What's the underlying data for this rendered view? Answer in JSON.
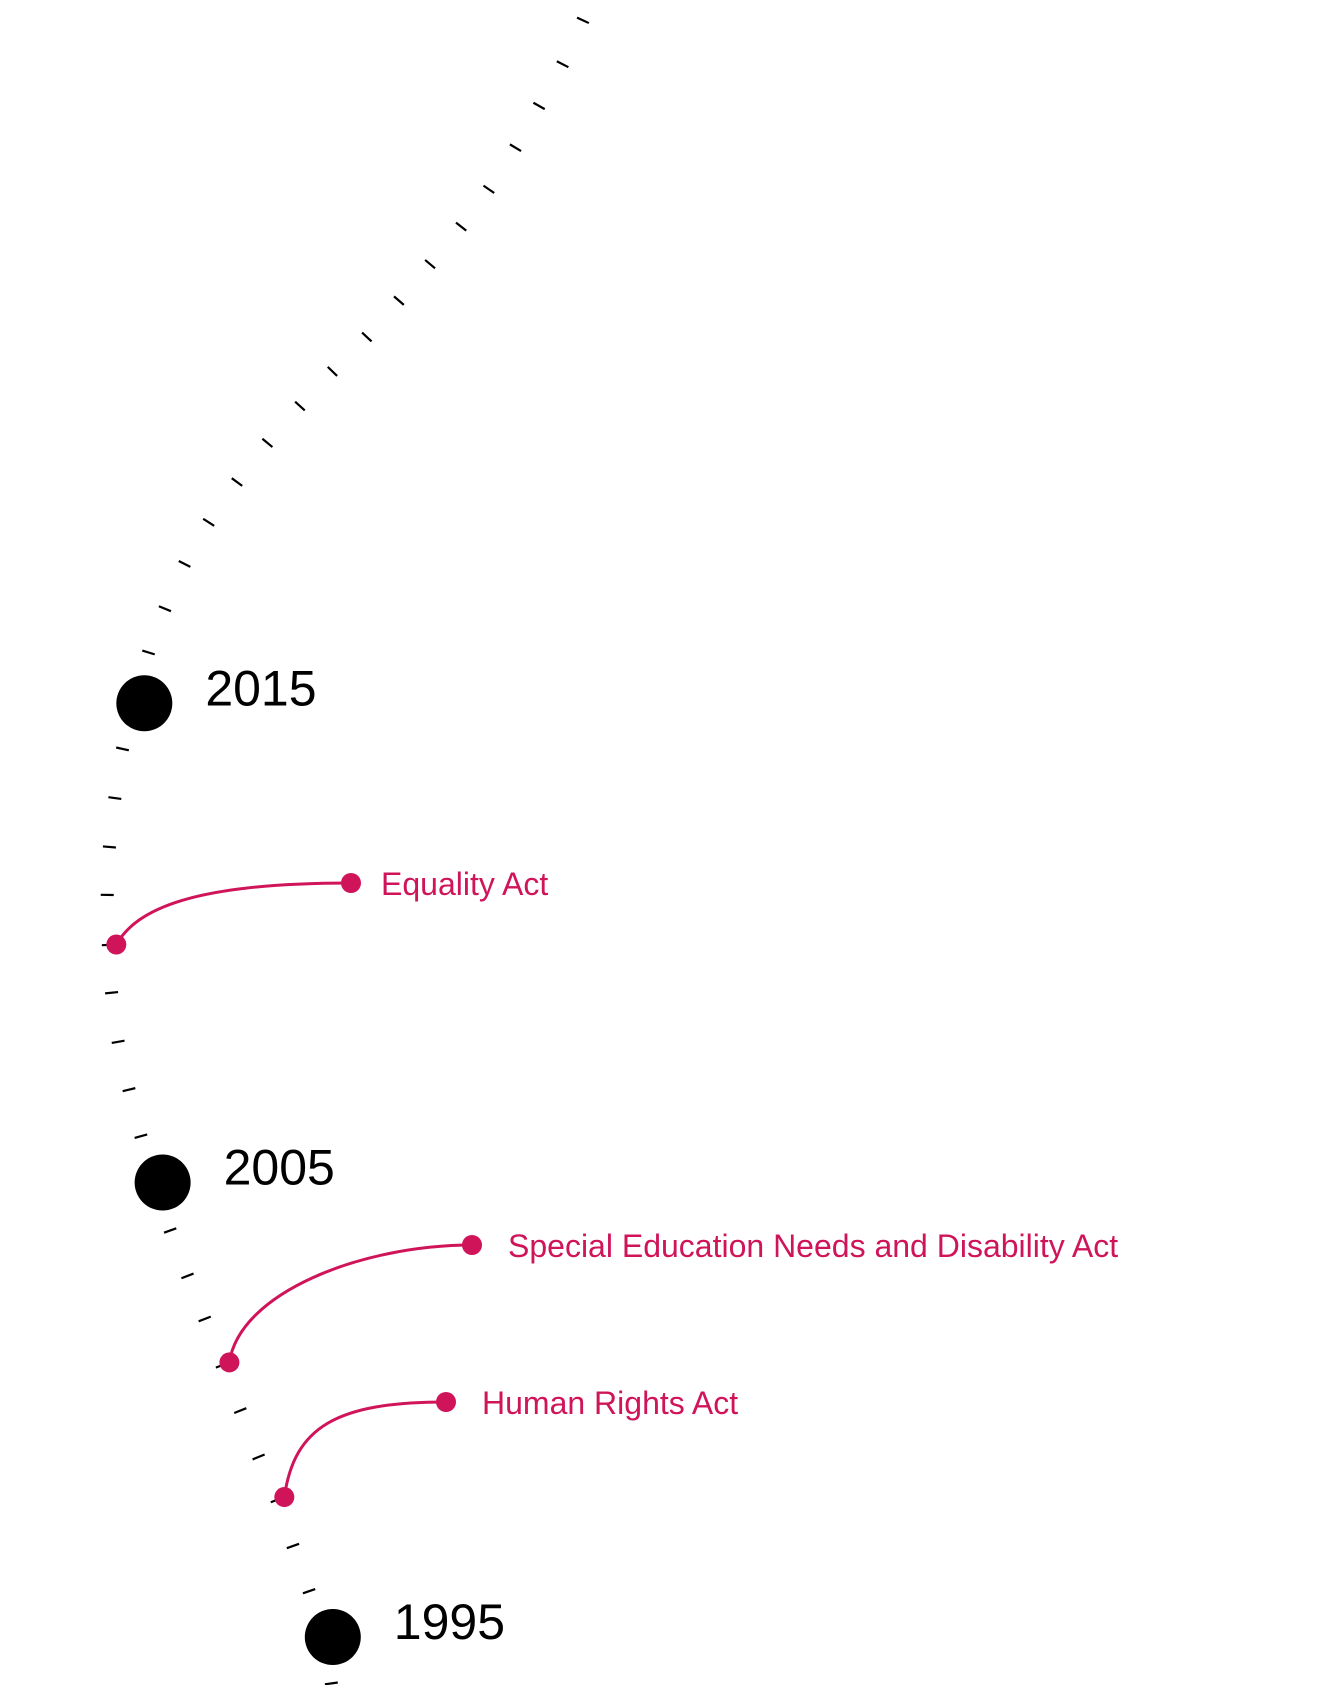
{
  "title": "Timeline of legislation",
  "colors": {
    "axis": "#000000",
    "event": "#d0145a"
  },
  "timeline": {
    "first_year": 1994,
    "last_year": 2032,
    "milestones": [
      {
        "year": 2015,
        "label": "2015"
      },
      {
        "year": 2005,
        "label": "2005"
      },
      {
        "year": 1995,
        "label": "1995"
      }
    ]
  },
  "events": [
    {
      "year": 2010,
      "label": "Equality Act"
    },
    {
      "year": 2001,
      "label": "Special Education Needs and Disability Act"
    },
    {
      "year": 1998,
      "label": "Human Rights Act"
    }
  ]
}
